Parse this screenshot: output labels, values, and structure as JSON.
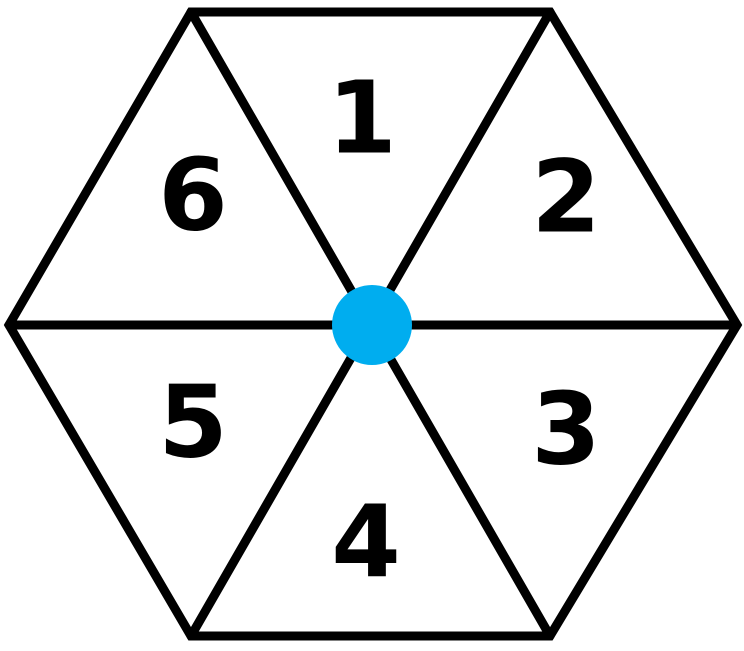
{
  "segments": [
    {
      "label": "1"
    },
    {
      "label": "2"
    },
    {
      "label": "3"
    },
    {
      "label": "4"
    },
    {
      "label": "5"
    },
    {
      "label": "6"
    }
  ],
  "colors": {
    "line": "#000000",
    "center_dot": "#00adef",
    "background": "#ffffff"
  }
}
